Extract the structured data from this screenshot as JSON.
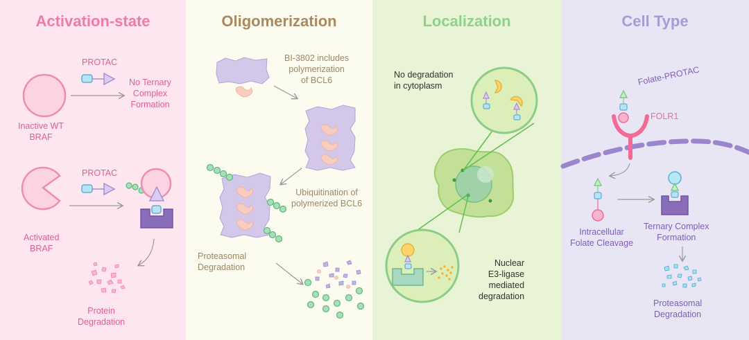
{
  "panels": {
    "activation": {
      "title": "Activation-state",
      "protac_top": "PROTAC",
      "no_ternary": [
        "No Ternary",
        "Complex",
        "Formation"
      ],
      "inactive": [
        "Inactive WT",
        "BRAF"
      ],
      "protac_bottom": "PROTAC",
      "activated": [
        "Activated",
        "BRAF"
      ],
      "protein_degradation": [
        "Protein",
        "Degradation"
      ]
    },
    "oligomerization": {
      "title": "Oligomerization",
      "bi3802": [
        "BI-3802 includes",
        "polymerization",
        "of BCL6"
      ],
      "ubiquitination": [
        "Ubiquitination of",
        "polymerized BCL6"
      ],
      "proteasomal": [
        "Proteasomal",
        "Degradation"
      ]
    },
    "localization": {
      "title": "Localization",
      "no_degradation": [
        "No degradation",
        "in cytoplasm"
      ],
      "nuclear": [
        "Nuclear",
        "E3-ligase",
        "mediated",
        "degradation"
      ]
    },
    "celltype": {
      "title": "Cell Type",
      "folate_protac": "Folate-PROTAC",
      "folr1": "FOLR1",
      "intracellular": [
        "Intracellular",
        "Folate Cleavage"
      ],
      "ternary": [
        "Ternary Complex",
        "Formation"
      ],
      "proteasomal": [
        "Proteasomal",
        "Degradation"
      ]
    }
  },
  "colors": {
    "activation_bg": "#fde6f0",
    "oligomerization_bg": "#fbfbf0",
    "localization_bg": "#e9f3d6",
    "celltype_bg": "#e8e6f4",
    "pink": "#e96a98",
    "tan": "#a98a5e",
    "green": "#8cc48a",
    "purple": "#9c8ccb",
    "label_pink": "#e0608f",
    "label_tan": "#a0875e",
    "label_purple": "#7d5fb5"
  }
}
